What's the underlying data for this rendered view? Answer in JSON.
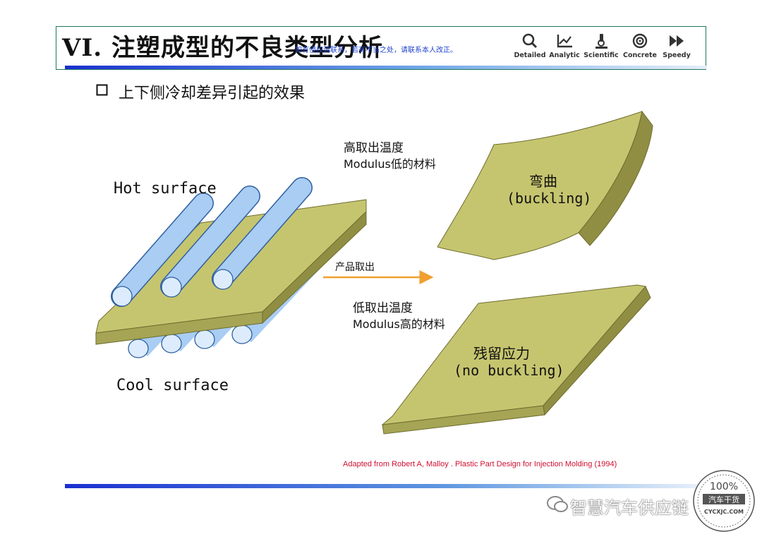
{
  "header": {
    "title": "VI.  注塑成型的不良类型分析",
    "note": "如有侵权请联系，若有不当之处，请联系本人改正。",
    "nav": [
      {
        "label": "Detailed",
        "icon": "magnifier-icon"
      },
      {
        "label": "Analytic",
        "icon": "chart-icon"
      },
      {
        "label": "Scientific",
        "icon": "microscope-icon"
      },
      {
        "label": "Concrete",
        "icon": "target-icon"
      },
      {
        "label": "Speedy",
        "icon": "fast-forward-icon"
      }
    ]
  },
  "subtitle": "上下侧冷却差异引起的效果",
  "diagram": {
    "hot_surface": "Hot surface",
    "cool_surface": "Cool surface",
    "arrow_label": "产品取出",
    "top_condition": [
      "高取出温度",
      "Modulus低的材料"
    ],
    "bottom_condition": [
      "低取出温度",
      "Modulus高的材料"
    ],
    "top_result": [
      "弯曲",
      "(buckling)"
    ],
    "bottom_result": [
      "残留应力",
      "(no buckling)"
    ]
  },
  "citation": "Adapted from Robert A, Malloy . Plastic Part Design for Injection Molding (1994)",
  "footer": {
    "brand": "智慧汽车供应链",
    "seal_top": "100%",
    "seal_mid": "汽车干货",
    "seal_bottom": "CYCXJC.COM"
  },
  "colors": {
    "plate": "#c6c56f",
    "plate_side": "#8f8e42",
    "tube": "#a9cdf3",
    "tube_end": "#dcecfc",
    "tube_outline": "#2f5fa0",
    "arrow": "#f0a030",
    "citation": "#d01030"
  }
}
